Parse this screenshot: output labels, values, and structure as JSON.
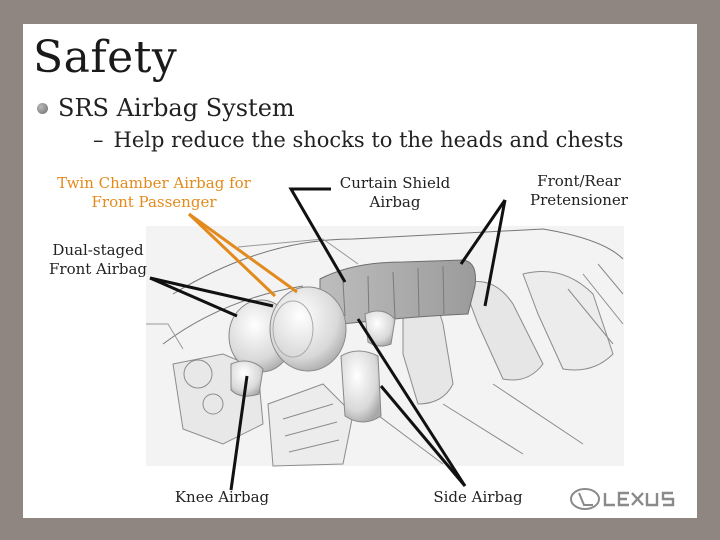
{
  "slide": {
    "title": "Safety",
    "bullet": "SRS Airbag System",
    "sub_bullet_marker": "–",
    "sub_bullet": "Help reduce the shocks to the heads and chests"
  },
  "labels": {
    "twin_chamber": [
      "Twin Chamber Airbag for",
      "Front Passenger"
    ],
    "curtain_shield": [
      "Curtain Shield",
      "Airbag"
    ],
    "pretensioner": [
      "Front/Rear",
      "Pretensioner"
    ],
    "dual_staged": [
      "Dual-staged",
      "Front Airbag"
    ],
    "knee": "Knee Airbag",
    "side": "Side Airbag"
  },
  "logo": {
    "brand_text": "LEXUS",
    "icon": "lexus-logo-icon"
  },
  "colors": {
    "frame": "#8f8581",
    "accent_orange": "#e38a1c",
    "leader_black": "#111111"
  }
}
